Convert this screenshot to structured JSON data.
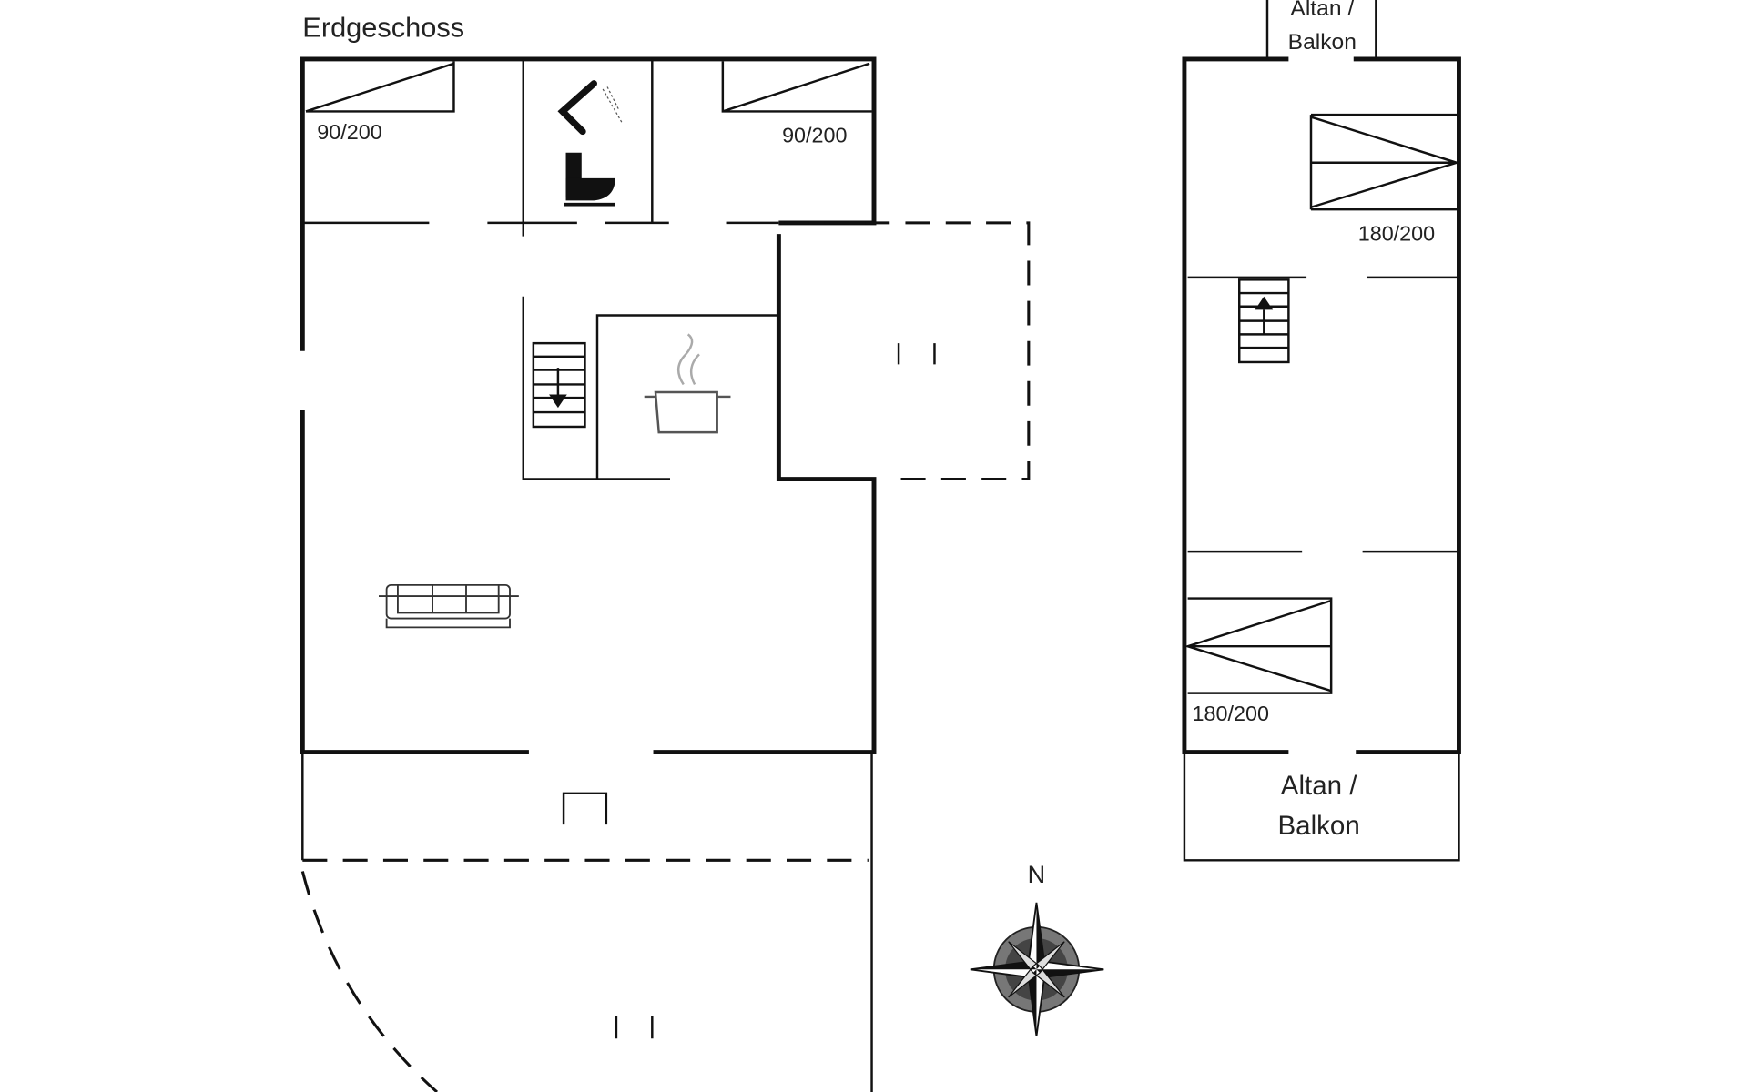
{
  "ground_floor": {
    "title": "Erdgeschoss",
    "bed_left_label": "90/200",
    "bed_right_label": "90/200"
  },
  "upper_floor": {
    "balcony_top_line1": "Altan /",
    "balcony_top_line2": "Balkon",
    "bed_top_label": "180/200",
    "bed_bottom_label": "180/200",
    "balcony_bottom_line1": "Altan /",
    "balcony_bottom_line2": "Balkon"
  },
  "compass": {
    "north_label": "N"
  }
}
